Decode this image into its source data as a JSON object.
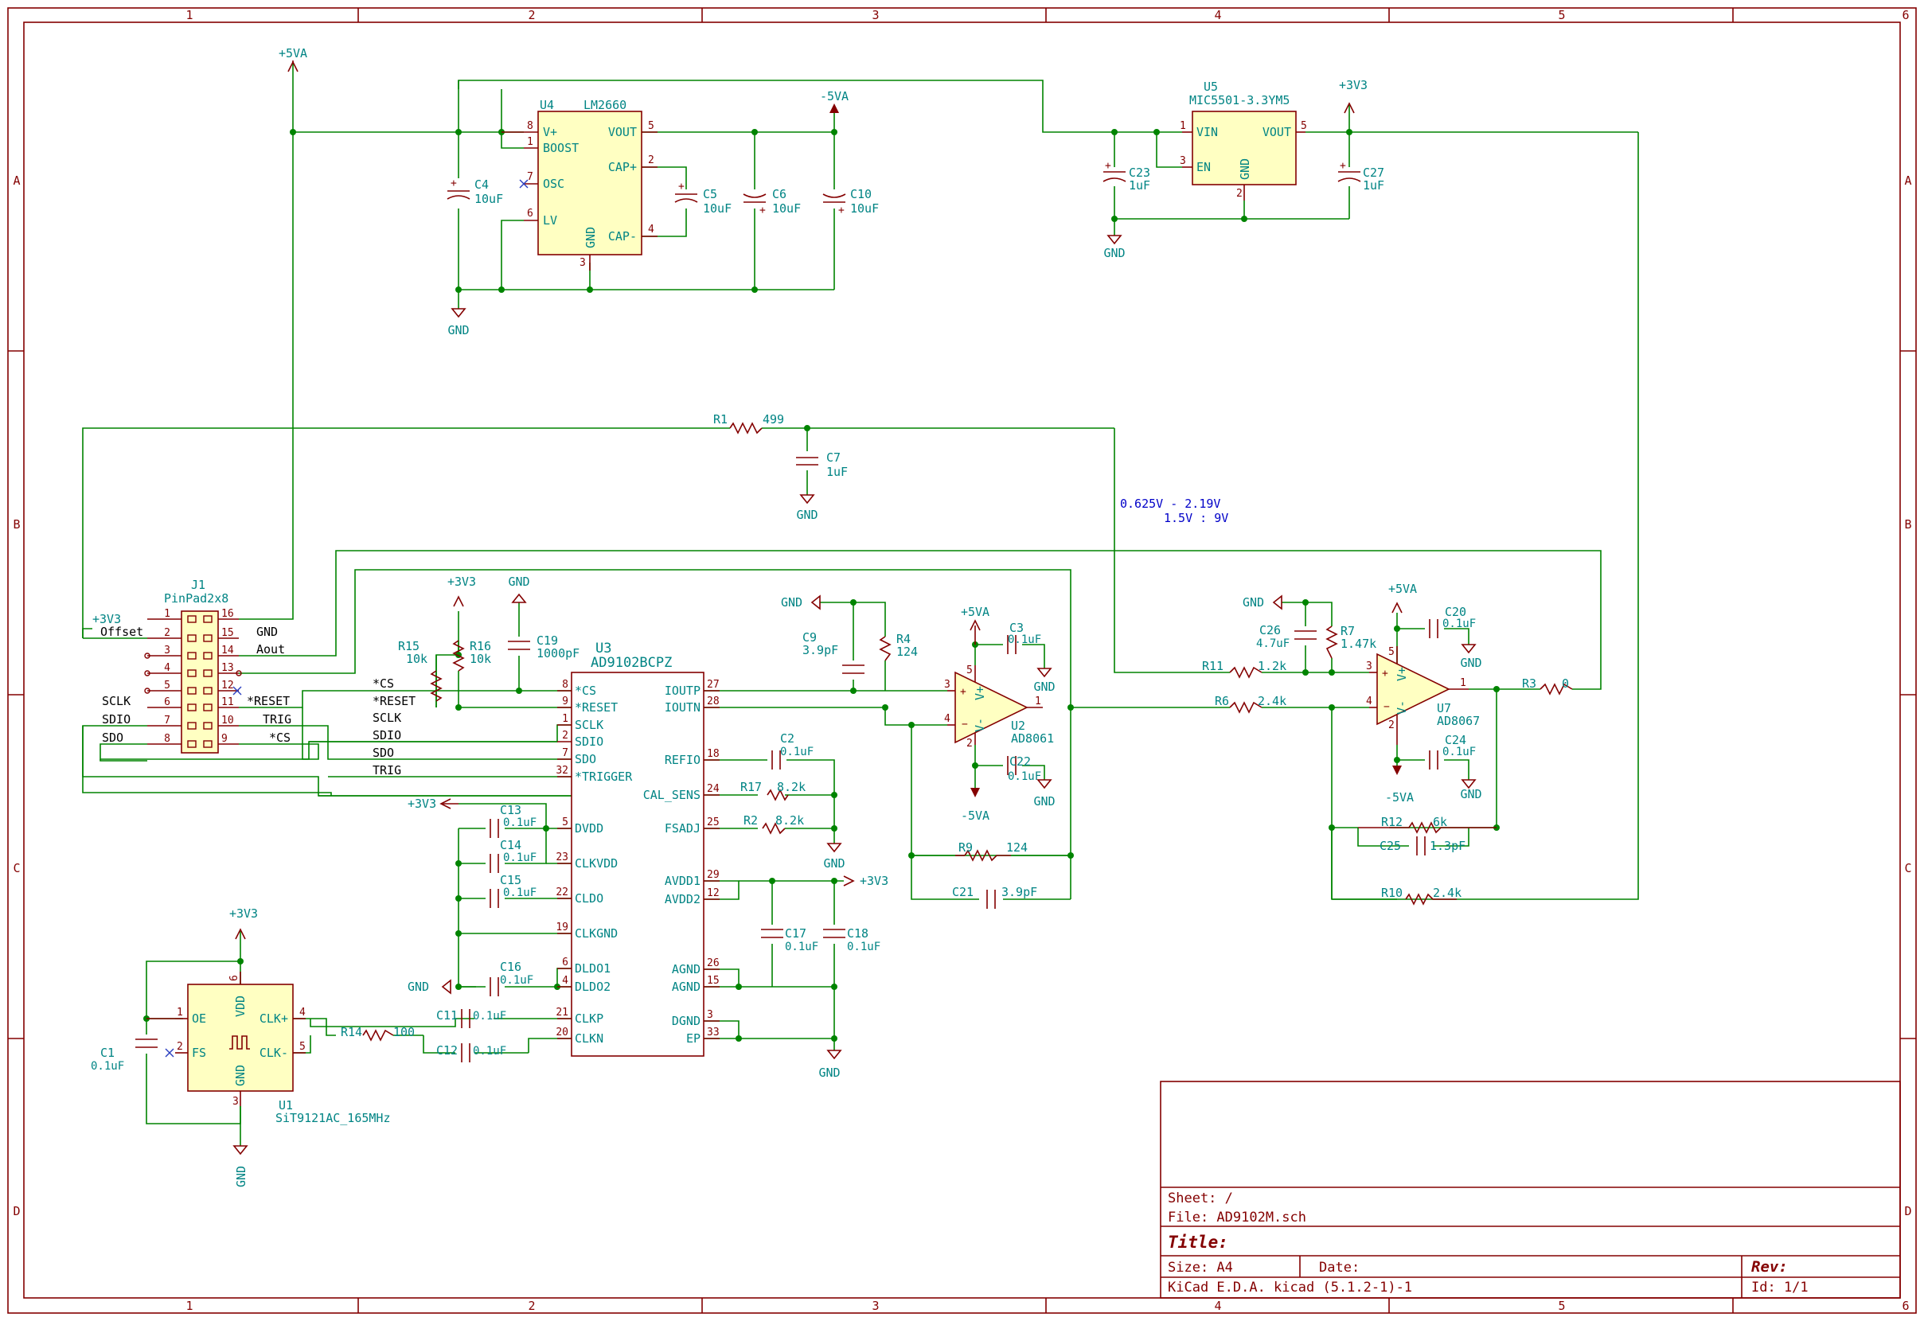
{
  "frame": {
    "columns": [
      "1",
      "2",
      "3",
      "4",
      "5",
      "6"
    ],
    "rows": [
      "A",
      "B",
      "C",
      "D"
    ]
  },
  "title_block": {
    "sheet": "Sheet: /",
    "file": "File: AD9102M.sch",
    "title": "Title:",
    "size": "Size: A4",
    "date": "Date:",
    "rev": "Rev:",
    "tool": "KiCad E.D.A.  kicad (5.1.2-1)-1",
    "id": "Id: 1/1"
  },
  "note": {
    "line1": "0.625V - 2.19V",
    "line2": "1.5V : 9V"
  },
  "power": {
    "p5va": "+5VA",
    "n5va": "-5VA",
    "p3v3": "+3V3",
    "gnd": "GND"
  },
  "components": {
    "U4": {
      "ref": "U4",
      "value": "LM2660",
      "pins": {
        "vplus": "V+",
        "boost": "BOOST",
        "osc": "OSC",
        "lv": "LV",
        "vout": "VOUT",
        "capp": "CAP+",
        "capn": "CAP-",
        "gnd": "GND"
      },
      "nums": {
        "vplus": "8",
        "boost": "1",
        "osc": "7",
        "lv": "6",
        "vout": "5",
        "capp": "2",
        "capn": "4",
        "gnd": "3"
      }
    },
    "U5": {
      "ref": "U5",
      "value": "MIC5501-3.3YM5",
      "pins": {
        "vin": "VIN",
        "en": "EN",
        "vout": "VOUT",
        "gnd": "GND"
      },
      "nums": {
        "vin": "1",
        "en": "3",
        "vout": "5",
        "gnd": "2"
      }
    },
    "U3": {
      "ref": "U3",
      "value": "AD9102BCPZ",
      "left": [
        {
          "num": "8",
          "name": "*CS"
        },
        {
          "num": "9",
          "name": "*RESET"
        },
        {
          "num": "1",
          "name": "SCLK"
        },
        {
          "num": "2",
          "name": "SDIO"
        },
        {
          "num": "7",
          "name": "SDO"
        },
        {
          "num": "32",
          "name": "*TRIGGER"
        },
        {
          "num": "5",
          "name": "DVDD"
        },
        {
          "num": "23",
          "name": "CLKVDD"
        },
        {
          "num": "22",
          "name": "CLDO"
        },
        {
          "num": "19",
          "name": "CLKGND"
        },
        {
          "num": "6",
          "name": "DLDO1"
        },
        {
          "num": "4",
          "name": "DLDO2"
        },
        {
          "num": "21",
          "name": "CLKP"
        },
        {
          "num": "20",
          "name": "CLKN"
        }
      ],
      "right": [
        {
          "num": "27",
          "name": "IOUTP"
        },
        {
          "num": "28",
          "name": "IOUTN"
        },
        {
          "num": "18",
          "name": "REFIO"
        },
        {
          "num": "24",
          "name": "CAL_SENS"
        },
        {
          "num": "25",
          "name": "FSADJ"
        },
        {
          "num": "29",
          "name": "AVDD1"
        },
        {
          "num": "12",
          "name": "AVDD2"
        },
        {
          "num": "26",
          "name": "AGND"
        },
        {
          "num": "15",
          "name": "AGND"
        },
        {
          "num": "3",
          "name": "DGND"
        },
        {
          "num": "33",
          "name": "EP"
        }
      ]
    },
    "U1": {
      "ref": "U1",
      "value": "SiT9121AC_165MHz",
      "pins": {
        "oe": "OE",
        "fs": "FS",
        "clkp": "CLK+",
        "clkn": "CLK-",
        "vdd": "VDD",
        "gnd": "GND"
      },
      "nums": {
        "oe": "1",
        "fs": "2",
        "clkp": "4",
        "clkn": "5",
        "vdd": "6",
        "gnd": "3"
      }
    },
    "U2": {
      "ref": "U2",
      "value": "AD8061",
      "nums": {
        "inp": "3",
        "inn": "4",
        "out": "1",
        "vp": "5",
        "vn": "2"
      },
      "pins": {
        "vp": "V+",
        "vn": "V-"
      }
    },
    "U7": {
      "ref": "U7",
      "value": "AD8067",
      "nums": {
        "inp": "3",
        "inn": "4",
        "out": "1",
        "vp": "5",
        "vn": "2"
      },
      "pins": {
        "vp": "V+",
        "vn": "V-"
      }
    },
    "J1": {
      "ref": "J1",
      "value": "PinPad2x8",
      "left": [
        "1",
        "2",
        "3",
        "4",
        "5",
        "6",
        "7",
        "8"
      ],
      "right": [
        "16",
        "15",
        "14",
        "13",
        "12",
        "11",
        "10",
        "9"
      ],
      "left_labels": [
        "+3V3",
        "Offset",
        "",
        "",
        "",
        "SCLK",
        "SDIO",
        "SDO"
      ],
      "right_labels": [
        "",
        "GND",
        "Aout",
        "",
        "",
        "*RESET",
        "TRIG",
        "*CS"
      ]
    }
  },
  "parts": {
    "C4": {
      "ref": "C4",
      "val": "10uF"
    },
    "C5": {
      "ref": "C5",
      "val": "10uF"
    },
    "C6": {
      "ref": "C6",
      "val": "10uF"
    },
    "C10": {
      "ref": "C10",
      "val": "10uF"
    },
    "C23": {
      "ref": "C23",
      "val": "1uF"
    },
    "C27": {
      "ref": "C27",
      "val": "1uF"
    },
    "R1": {
      "ref": "R1",
      "val": "499"
    },
    "C7": {
      "ref": "C7",
      "val": "1uF"
    },
    "R15": {
      "ref": "R15",
      "val": "10k"
    },
    "R16": {
      "ref": "R16",
      "val": "10k"
    },
    "C19": {
      "ref": "C19",
      "val": "1000pF"
    },
    "C9": {
      "ref": "C9",
      "val": "3.9pF"
    },
    "R4": {
      "ref": "R4",
      "val": "124"
    },
    "C3": {
      "ref": "C3",
      "val": "0.1uF"
    },
    "C22": {
      "ref": "C22",
      "val": "0.1uF"
    },
    "C2": {
      "ref": "C2",
      "val": "0.1uF"
    },
    "R17": {
      "ref": "R17",
      "val": "8.2k"
    },
    "R2": {
      "ref": "R2",
      "val": "8.2k"
    },
    "C13": {
      "ref": "C13",
      "val": "0.1uF"
    },
    "C14": {
      "ref": "C14",
      "val": "0.1uF"
    },
    "C15": {
      "ref": "C15",
      "val": "0.1uF"
    },
    "C16": {
      "ref": "C16",
      "val": "0.1uF"
    },
    "C17": {
      "ref": "C17",
      "val": "0.1uF"
    },
    "C18": {
      "ref": "C18",
      "val": "0.1uF"
    },
    "C11": {
      "ref": "C11",
      "val": "0.1uF"
    },
    "C12": {
      "ref": "C12",
      "val": "0.1uF"
    },
    "R14": {
      "ref": "R14",
      "val": "100"
    },
    "C1": {
      "ref": "C1",
      "val": "0.1uF"
    },
    "R9": {
      "ref": "R9",
      "val": "124"
    },
    "C21": {
      "ref": "C21",
      "val": "3.9pF"
    },
    "C26": {
      "ref": "C26",
      "val": "4.7uF"
    },
    "R7": {
      "ref": "R7",
      "val": "1.47k"
    },
    "R11": {
      "ref": "R11",
      "val": "1.2k"
    },
    "R6": {
      "ref": "R6",
      "val": "2.4k"
    },
    "C20": {
      "ref": "C20",
      "val": "0.1uF"
    },
    "C24": {
      "ref": "C24",
      "val": "0.1uF"
    },
    "R3": {
      "ref": "R3",
      "val": "0"
    },
    "R12": {
      "ref": "R12",
      "val": "6k"
    },
    "C25": {
      "ref": "C25",
      "val": "1.3pF"
    },
    "R10": {
      "ref": "R10",
      "val": "2.4k"
    }
  },
  "net_labels": {
    "cs": "*CS",
    "reset": "*RESET",
    "sclk": "SCLK",
    "sdio": "SDIO",
    "sdo": "SDO",
    "trig": "TRIG"
  }
}
